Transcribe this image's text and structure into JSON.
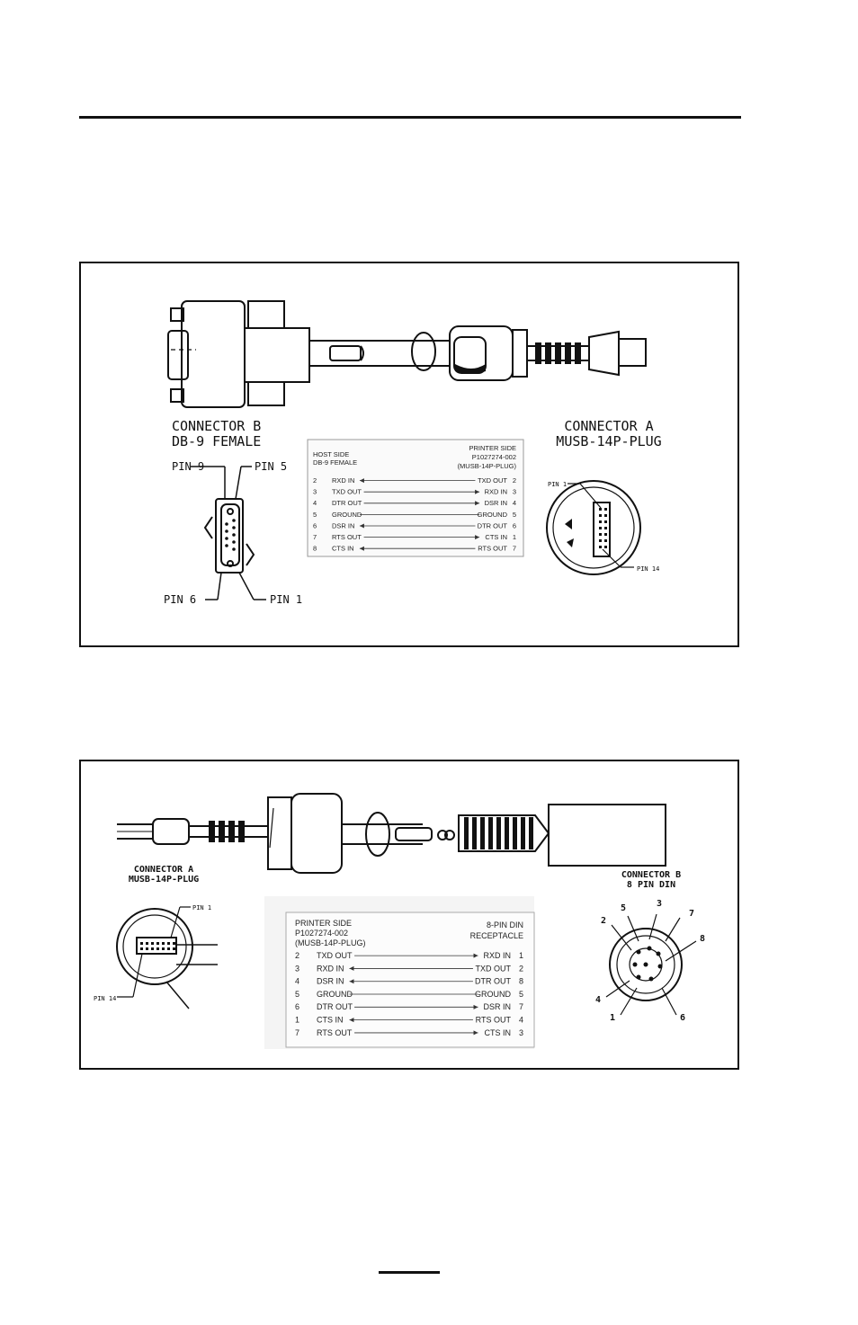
{
  "diagram1": {
    "connector_b_title": "CONNECTOR B",
    "connector_b_type": "DB-9 FEMALE",
    "connector_a_title": "CONNECTOR A",
    "connector_a_type": "MUSB-14P-PLUG",
    "pin_labels": {
      "pin9": "PIN 9",
      "pin5": "PIN 5",
      "pin6": "PIN 6",
      "pin1": "PIN 1"
    },
    "musb_pin_labels": {
      "pin1": "PIN 1",
      "pin14": "PIN 14"
    },
    "table": {
      "left_header_1": "HOST SIDE",
      "left_header_2": "DB-9 FEMALE",
      "right_header_1": "PRINTER SIDE",
      "right_header_2": "P1027274-002",
      "right_header_3": "(MUSB-14P-PLUG)",
      "rows": [
        {
          "lp": "2",
          "ls": "RXD IN",
          "rs": "TXD OUT",
          "rp": "2",
          "dir": "left"
        },
        {
          "lp": "3",
          "ls": "TXD OUT",
          "rs": "RXD IN",
          "rp": "3",
          "dir": "right"
        },
        {
          "lp": "4",
          "ls": "DTR OUT",
          "rs": "DSR IN",
          "rp": "4",
          "dir": "right"
        },
        {
          "lp": "5",
          "ls": "GROUND",
          "rs": "GROUND",
          "rp": "5",
          "dir": "none"
        },
        {
          "lp": "6",
          "ls": "DSR IN",
          "rs": "DTR OUT",
          "rp": "6",
          "dir": "left"
        },
        {
          "lp": "7",
          "ls": "RTS OUT",
          "rs": "CTS IN",
          "rp": "1",
          "dir": "right"
        },
        {
          "lp": "8",
          "ls": "CTS IN",
          "rs": "RTS OUT",
          "rp": "7",
          "dir": "left"
        }
      ]
    }
  },
  "diagram2": {
    "connector_a_title": "CONNECTOR A",
    "connector_a_type": "MUSB-14P-PLUG",
    "connector_b_title": "CONNECTOR B",
    "connector_b_type": "8 PIN DIN",
    "musb_pin_labels": {
      "pin1": "PIN 1",
      "pin14": "PIN 14"
    },
    "din_pin_labels": [
      "5",
      "3",
      "7",
      "2",
      "8",
      "4",
      "1",
      "6"
    ],
    "table": {
      "left_header_1": "PRINTER SIDE",
      "left_header_2": "P1027274-002",
      "left_header_3": "(MUSB-14P-PLUG)",
      "right_header_1": "8-PIN DIN",
      "right_header_2": "RECEPTACLE",
      "rows": [
        {
          "lp": "2",
          "ls": "TXD OUT",
          "rs": "RXD IN",
          "rp": "1",
          "dir": "right"
        },
        {
          "lp": "3",
          "ls": "RXD IN",
          "rs": "TXD OUT",
          "rp": "2",
          "dir": "left"
        },
        {
          "lp": "4",
          "ls": "DSR IN",
          "rs": "DTR OUT",
          "rp": "8",
          "dir": "left"
        },
        {
          "lp": "5",
          "ls": "GROUND",
          "rs": "GROUND",
          "rp": "5",
          "dir": "none"
        },
        {
          "lp": "6",
          "ls": "DTR OUT",
          "rs": "DSR IN",
          "rp": "7",
          "dir": "right"
        },
        {
          "lp": "1",
          "ls": "CTS IN",
          "rs": "RTS OUT",
          "rp": "4",
          "dir": "left"
        },
        {
          "lp": "7",
          "ls": "RTS OUT",
          "rs": "CTS IN",
          "rp": "3",
          "dir": "right"
        }
      ]
    }
  },
  "colors": {
    "ink": "#111111",
    "panel_bg": "#ffffff",
    "shade": "#e8e8e8"
  }
}
